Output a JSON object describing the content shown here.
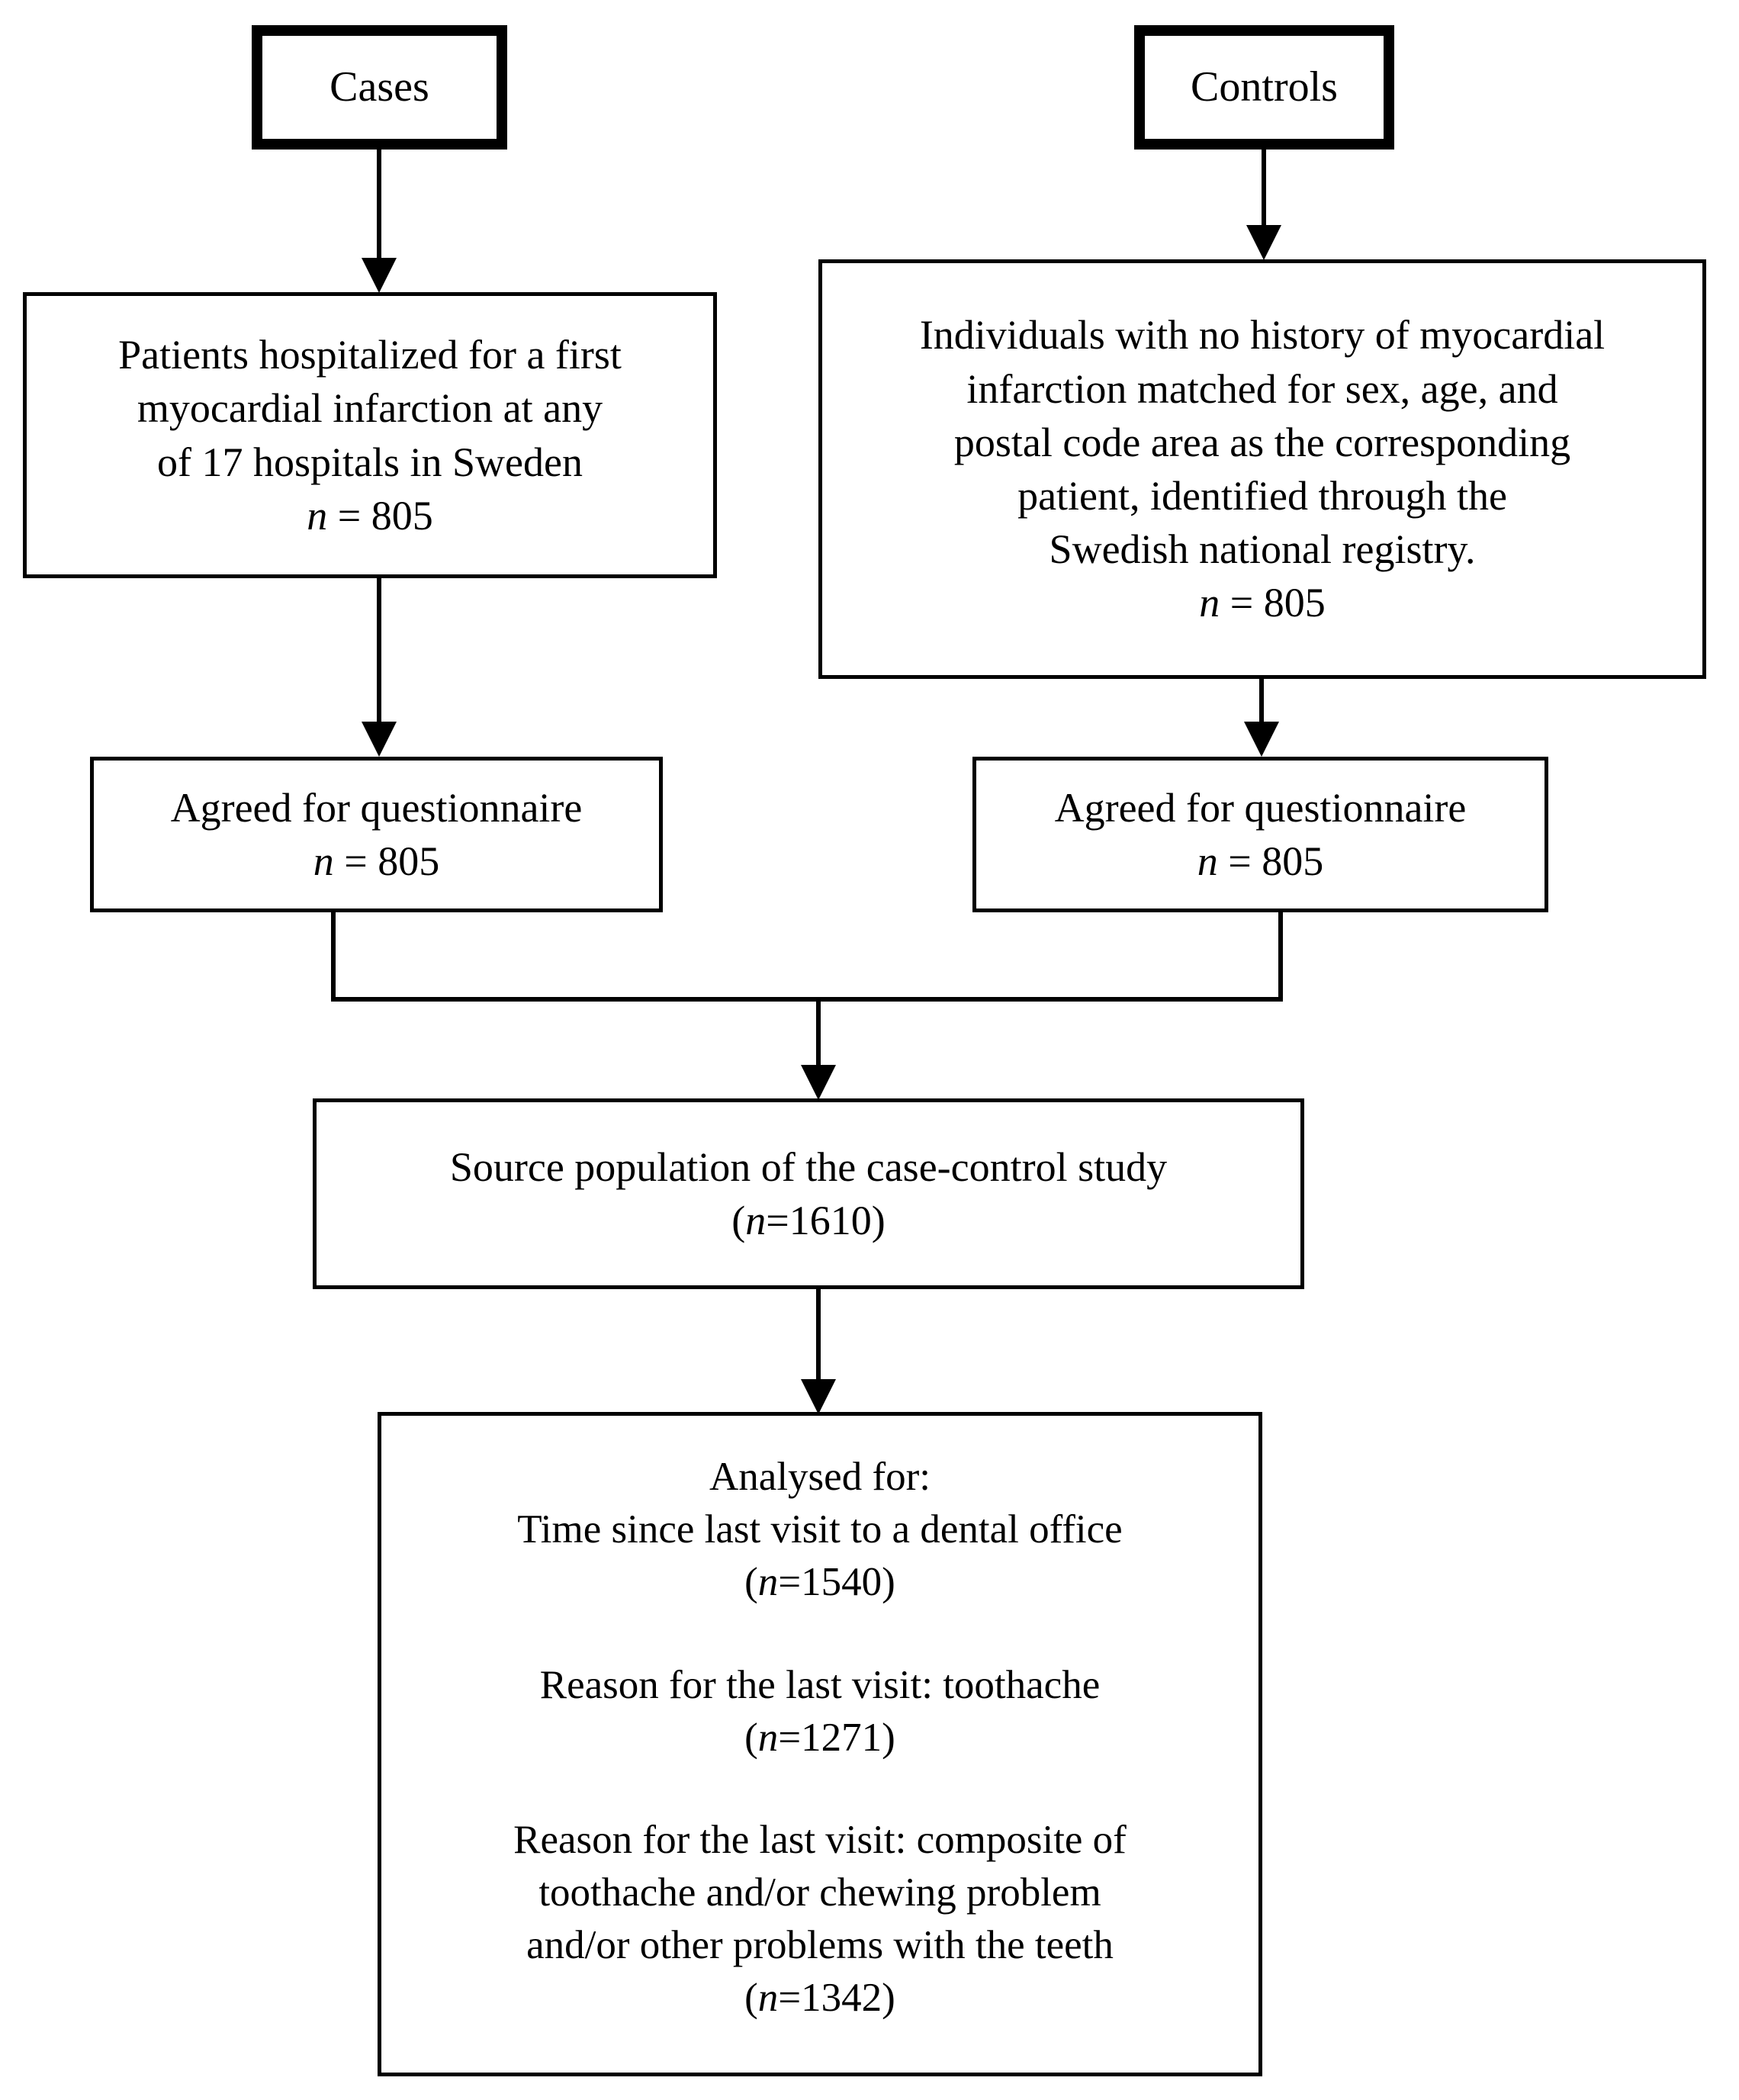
{
  "diagram": {
    "title": "Case-control study participant flow",
    "accent_color": "#000000",
    "background_color": "#ffffff"
  },
  "nodes": {
    "cases": {
      "label": "Cases"
    },
    "controls": {
      "label": "Controls"
    },
    "cases_source": {
      "line1": "Patients hospitalized for a first",
      "line2": "myocardial infarction at any",
      "line3": "of 17 hospitals in Sweden",
      "n_symbol": "n",
      "n_text": " = 805"
    },
    "controls_source": {
      "line1": "Individuals with no history of myocardial",
      "line2": "infarction matched for sex, age, and",
      "line3": "postal code area as the corresponding",
      "line4": "patient, identified through the",
      "line5": "Swedish national registry.",
      "n_symbol": "n",
      "n_text": " = 805"
    },
    "cases_agreed": {
      "line1": "Agreed for questionnaire",
      "n_symbol": "n",
      "n_text": " = 805"
    },
    "controls_agreed": {
      "line1": "Agreed for questionnaire",
      "n_symbol": "n",
      "n_text": " = 805"
    },
    "source_population": {
      "line1": "Source population of the case-control study",
      "n_open": "(",
      "n_symbol": "n",
      "n_text": "=1610)"
    },
    "analysed": {
      "heading": "Analysed for:",
      "item1_line1": "Time since last visit to a dental office",
      "item1_n_open": "(",
      "item1_n_symbol": "n",
      "item1_n_text": "=1540)",
      "item2_line1": "Reason for the last visit: toothache",
      "item2_n_open": "(",
      "item2_n_symbol": "n",
      "item2_n_text": "=1271)",
      "item3_line1": "Reason for the last visit: composite of",
      "item3_line2": "toothache and/or chewing problem",
      "item3_line3": "and/or other problems with the teeth",
      "item3_n_open": "(",
      "item3_n_symbol": "n",
      "item3_n_text": "=1342)"
    }
  },
  "counts": {
    "cases_source_n": 805,
    "controls_source_n": 805,
    "cases_agreed_n": 805,
    "controls_agreed_n": 805,
    "source_population_n": 1610,
    "analysed_time_since_last_visit_n": 1540,
    "analysed_reason_toothache_n": 1271,
    "analysed_reason_composite_n": 1342
  }
}
